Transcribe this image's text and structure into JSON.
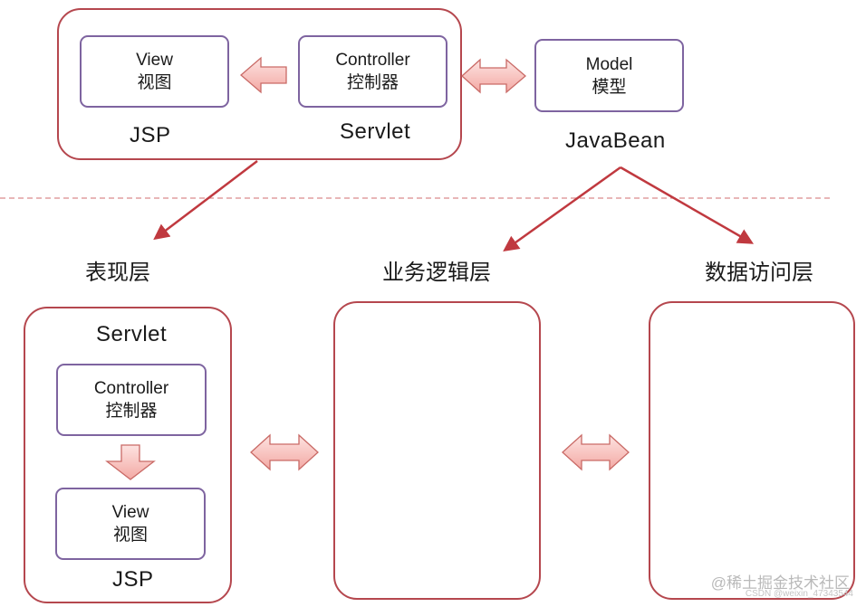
{
  "top": {
    "view": {
      "line1": "View",
      "line2": "视图"
    },
    "controller": {
      "line1": "Controller",
      "line2": "控制器"
    },
    "model": {
      "line1": "Model",
      "line2": "模型"
    },
    "jsp_label": "JSP",
    "servlet_label": "Servlet",
    "javabean_label": "JavaBean"
  },
  "layers": {
    "presentation": "表现层",
    "business": "业务逻辑层",
    "data_access": "数据访问层"
  },
  "bottom": {
    "servlet_label": "Servlet",
    "controller": {
      "line1": "Controller",
      "line2": "控制器"
    },
    "view": {
      "line1": "View",
      "line2": "视图"
    },
    "jsp_label": "JSP"
  },
  "watermark": {
    "main": "@稀土掘金技术社区",
    "sub": "CSDN @weixin_47343544"
  },
  "colors": {
    "container_border": "#b5474e",
    "inner_border": "#7e64a0",
    "arrow_fill": "#f5b8b4",
    "arrow_stroke": "#c96a66",
    "connector": "#c0393f"
  },
  "icons": {
    "left_arrow": "block-arrow-left",
    "double_arrow": "block-arrow-double",
    "down_arrow": "block-arrow-down"
  }
}
